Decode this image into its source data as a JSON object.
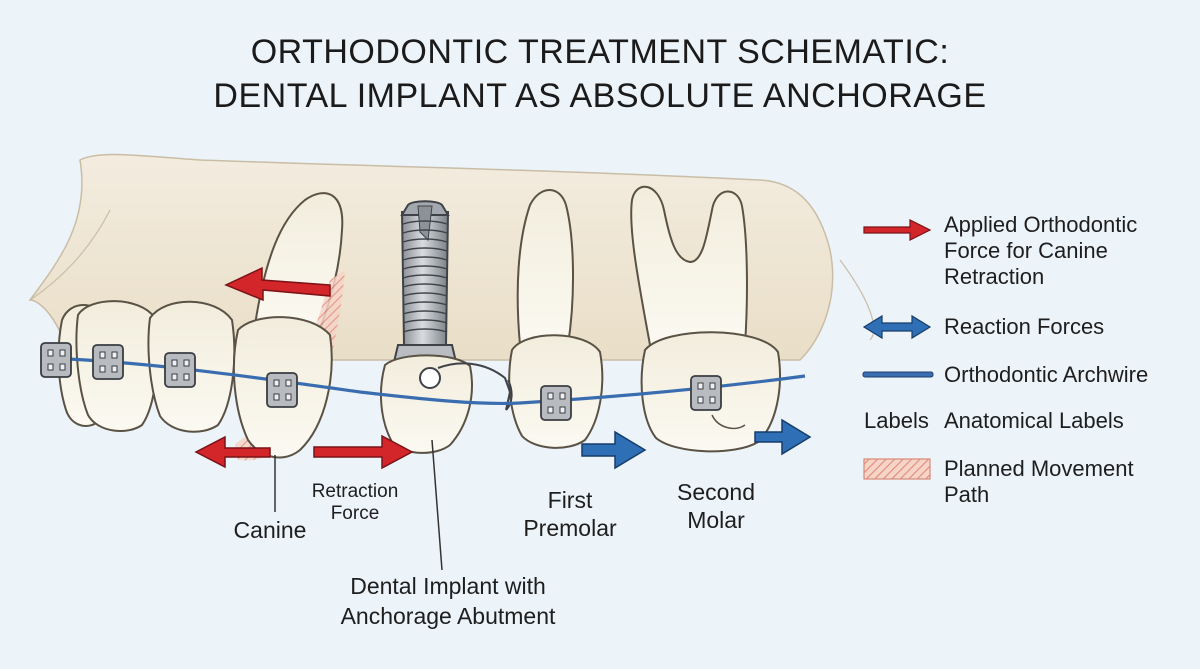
{
  "title": {
    "line1": "ORTHODONTIC TREATMENT SCHEMATIC:",
    "line2": "DENTAL IMPLANT AS ABSOLUTE ANCHORAGE"
  },
  "labels": {
    "canine": "Canine",
    "retraction_force_1": "Retraction",
    "retraction_force_2": "Force",
    "first_premolar_1": "First",
    "first_premolar_2": "Premolar",
    "second_molar_1": "Second",
    "second_molar_2": "Molar",
    "implant_1": "Dental Implant with",
    "implant_2": "Anchorage Abutment"
  },
  "legend": {
    "applied_force": "Applied Orthodontic Force for Canine Retraction",
    "reaction_forces": "Reaction Forces",
    "archwire": "Orthodontic Archwire",
    "labels_word": "Labels",
    "anatomical_labels": "Anatomical Labels",
    "movement_path": "Planned Movement Path"
  },
  "colors": {
    "applied_force": "#d3262b",
    "reaction_force": "#2f6fb5",
    "archwire": "#3a6db0",
    "tooth": "#f7f4e9",
    "gum": "#efe6d2",
    "movement_hatch": "#e5907f"
  }
}
